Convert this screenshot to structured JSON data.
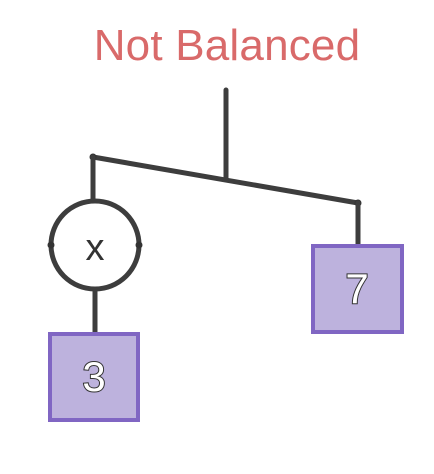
{
  "title": "Not Balanced",
  "left_weight": {
    "variable": "x",
    "block_value": "3"
  },
  "right_weight": {
    "block_value": "7"
  },
  "colors": {
    "title": "#d96a6a",
    "line": "#3d3d3d",
    "block_fill": "#bdb2dd",
    "block_border": "#8066c3"
  }
}
